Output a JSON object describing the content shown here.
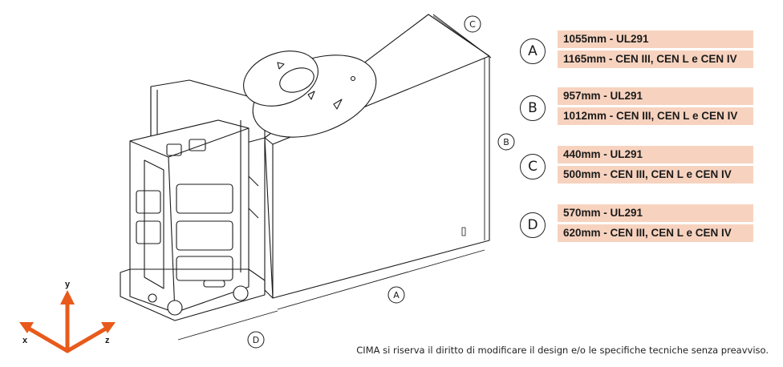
{
  "dimension_labels": {
    "a": "A",
    "b": "B",
    "c": "C",
    "d": "D"
  },
  "axes": {
    "x": "x",
    "y": "y",
    "z": "z",
    "arrow_color": "#e85a1b"
  },
  "specs": [
    {
      "label": "A",
      "rows": [
        "1055mm - UL291",
        "1165mm - CEN III, CEN L e CEN IV"
      ]
    },
    {
      "label": "B",
      "rows": [
        "957mm - UL291",
        "1012mm - CEN III, CEN L e CEN IV"
      ]
    },
    {
      "label": "C",
      "rows": [
        "440mm - UL291",
        "500mm - CEN III, CEN L e CEN IV"
      ]
    },
    {
      "label": "D",
      "rows": [
        "570mm - UL291",
        "620mm - CEN III, CEN L e CEN IV"
      ]
    }
  ],
  "colors": {
    "highlight": "#f7d3bf",
    "line": "#1a1a1a"
  },
  "disclaimer": "CIMA si riserva il diritto di modificare il design e/o le specifiche tecniche senza preavviso."
}
